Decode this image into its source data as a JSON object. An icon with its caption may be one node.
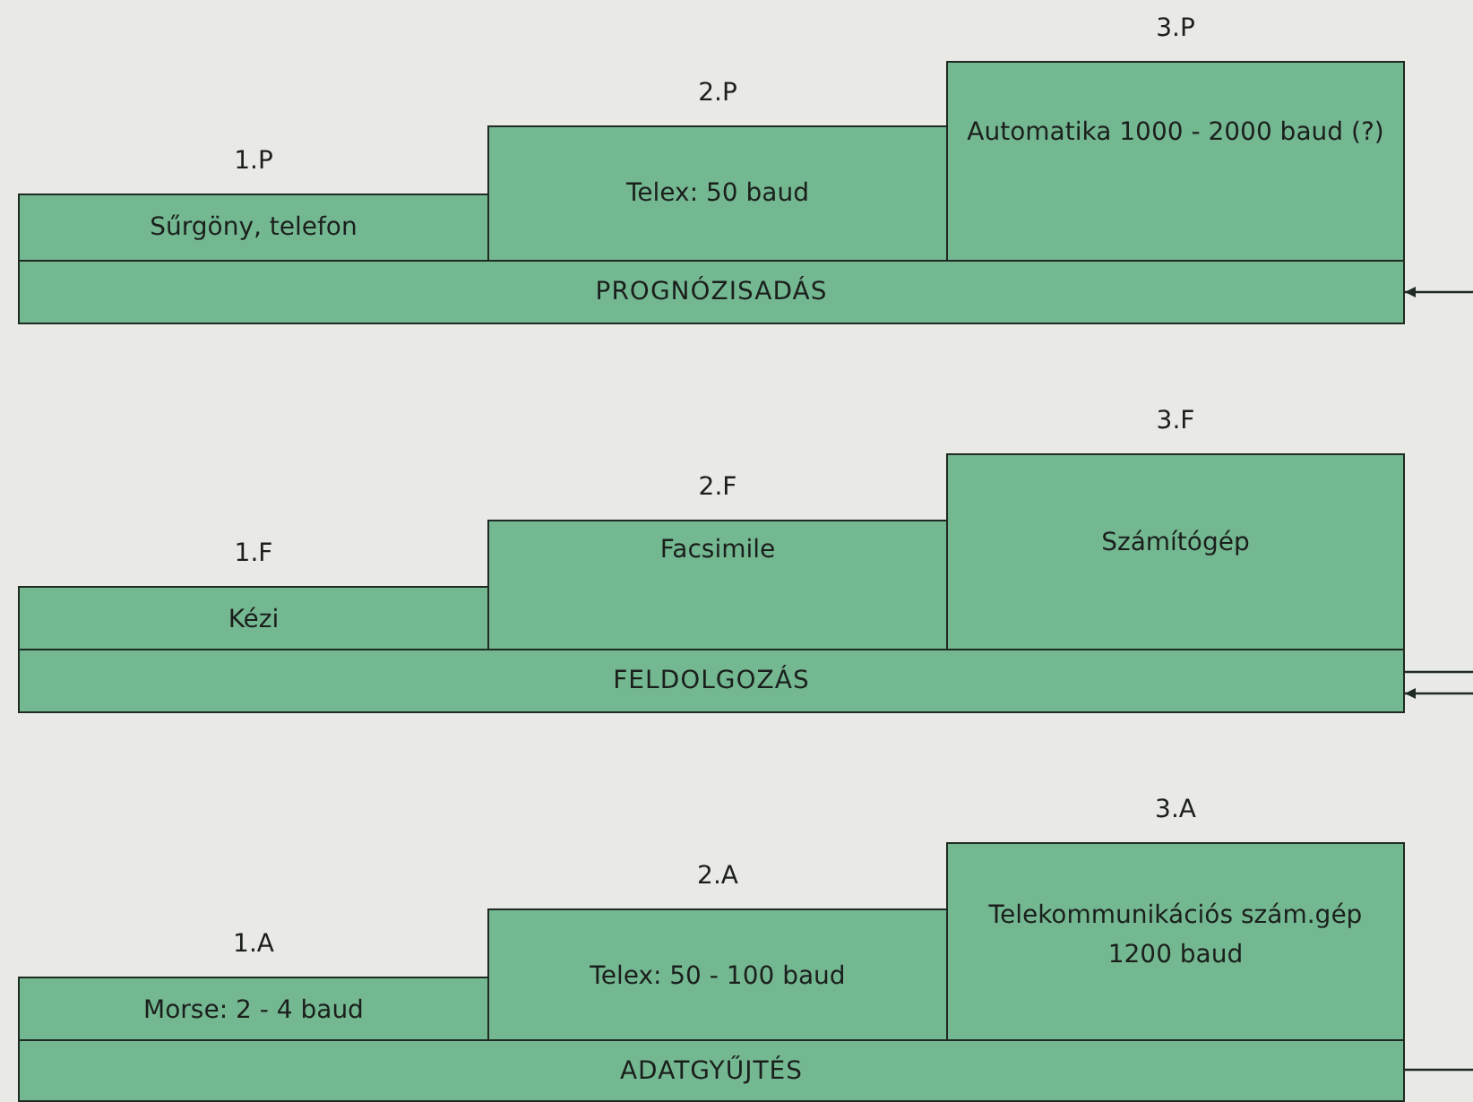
{
  "diagram": {
    "nodes": [
      {
        "text": [
          "Sűrgöny, telefon"
        ],
        "beside": [
          "1.P"
        ]
      },
      {
        "text": [
          "Telex: 50 baud"
        ],
        "beside": [
          "2.P"
        ]
      },
      {
        "text": [
          "Automatika 1000 - 2000 baud (?)"
        ],
        "beside": [
          "3.P"
        ]
      },
      {
        "text": [
          "PROGNÓZISADÁS"
        ]
      },
      {
        "text": [
          "Kézi"
        ],
        "beside": [
          "1.F"
        ]
      },
      {
        "text": [
          "Facsimile"
        ],
        "beside": [
          "2.F"
        ]
      },
      {
        "text": [
          "Számítógép"
        ],
        "beside": [
          "3.F"
        ]
      },
      {
        "text": [
          "FELDOLGOZÁS"
        ]
      },
      {
        "text": [
          "Morse: 2 - 4 baud"
        ],
        "beside": [
          "1.A"
        ]
      },
      {
        "text": [
          "Telex: 50 - 100 baud"
        ],
        "beside": [
          "2.A"
        ]
      },
      {
        "text": [
          "Telekommunikációs szám.gép 1200 baud"
        ],
        "beside": [
          "3.A"
        ]
      },
      {
        "text": [
          "ADATGYŰJTÉS"
        ]
      }
    ],
    "edges": [
      {
        "from": null,
        "to": 3,
        "arrow": "to"
      },
      {
        "from": 7,
        "to": null,
        "arrow": "none"
      },
      {
        "from": null,
        "to": 7,
        "arrow": "to"
      },
      {
        "from": 11,
        "to": null,
        "arrow": "none"
      }
    ]
  }
}
